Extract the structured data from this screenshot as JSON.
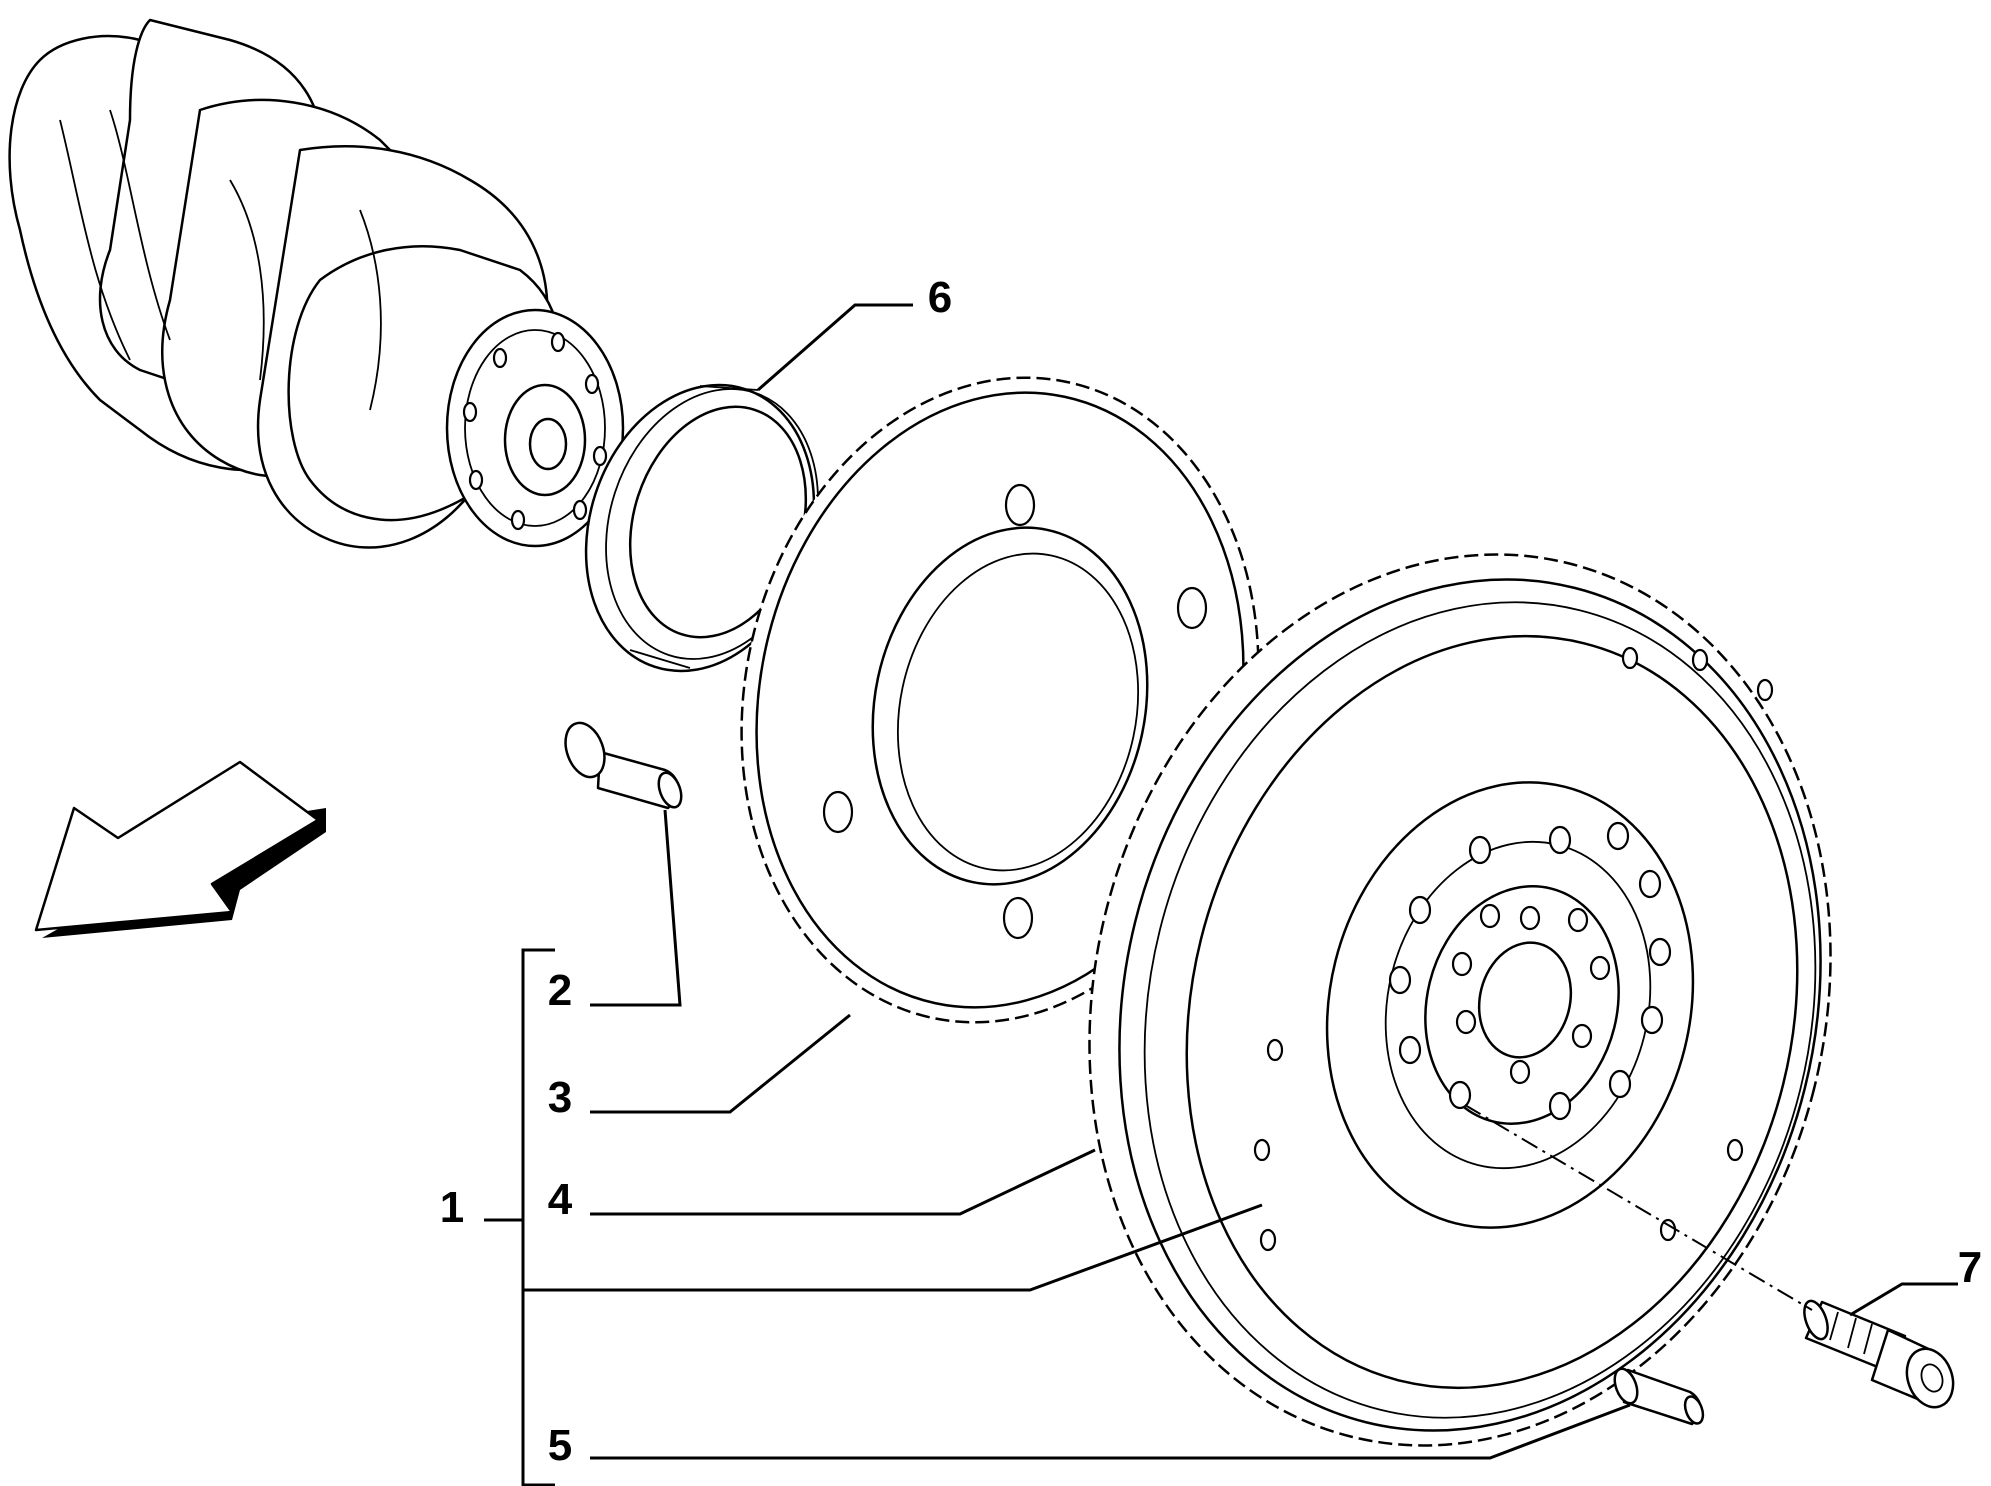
{
  "diagram": {
    "callouts": [
      {
        "id": "1",
        "label": "1"
      },
      {
        "id": "2",
        "label": "2"
      },
      {
        "id": "3",
        "label": "3"
      },
      {
        "id": "4",
        "label": "4"
      },
      {
        "id": "5",
        "label": "5"
      },
      {
        "id": "6",
        "label": "6"
      },
      {
        "id": "7",
        "label": "7"
      }
    ],
    "parts": [
      {
        "id": "crankshaft",
        "icon": "crankshaft-icon"
      },
      {
        "id": "seal-ring",
        "icon": "seal-ring-icon",
        "callout": "6"
      },
      {
        "id": "dowel-pin",
        "icon": "dowel-pin-icon",
        "callout": "2"
      },
      {
        "id": "phonic-wheel",
        "icon": "gear-icon",
        "callout": "3"
      },
      {
        "id": "ring-gear",
        "icon": "gear-icon",
        "callout": "4"
      },
      {
        "id": "flywheel",
        "icon": "flywheel-icon",
        "callout": "1"
      },
      {
        "id": "pin",
        "icon": "pin-icon",
        "callout": "5"
      },
      {
        "id": "bolt",
        "icon": "bolt-icon",
        "callout": "7"
      },
      {
        "id": "direction-arrow",
        "icon": "arrow-icon"
      }
    ]
  }
}
